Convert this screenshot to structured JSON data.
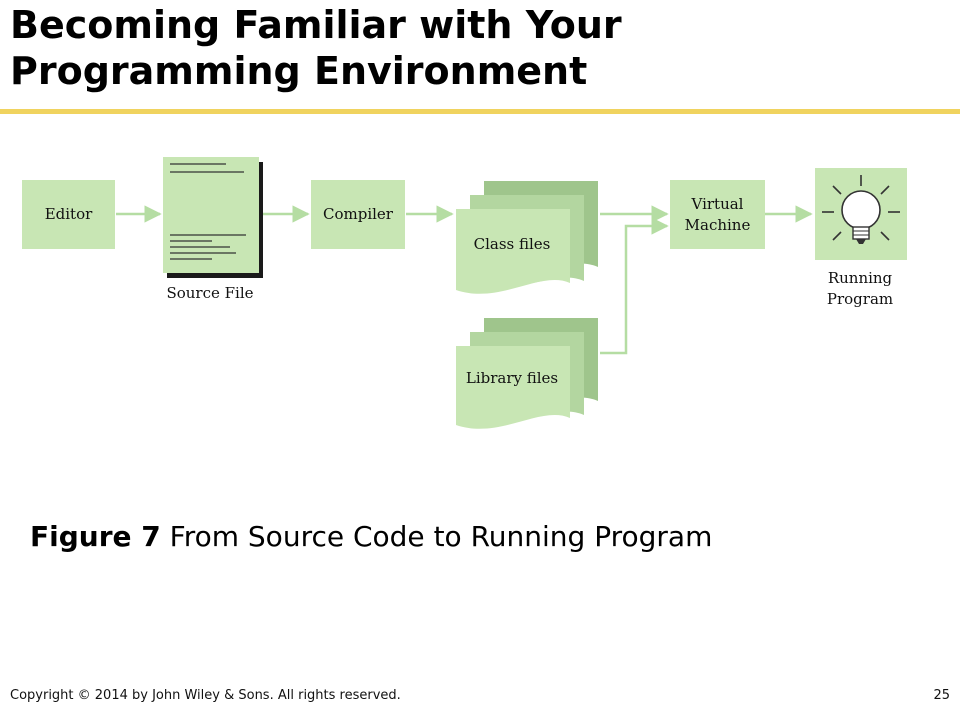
{
  "slide": {
    "title_line1": "Becoming Familiar with Your",
    "title_line2": "Programming Environment",
    "accent_color": "#f0d35f"
  },
  "diagram": {
    "box_fill": "#c8e6b4",
    "shadow_fill": "#9fc58c",
    "arrow_color": "#b5dda3",
    "nodes": {
      "editor": "Editor",
      "source_file": "Source File",
      "compiler": "Compiler",
      "class_files": "Class files",
      "library_files": "Library files",
      "virtual_machine_line1": "Virtual",
      "virtual_machine_line2": "Machine",
      "running_program_line1": "Running",
      "running_program_line2": "Program"
    },
    "icons": [
      "lightbulb-icon",
      "document-icon"
    ]
  },
  "caption": {
    "figure_number": "Figure 7",
    "text": "From Source Code to Running Program"
  },
  "footer": {
    "copyright": "Copyright © 2014 by John Wiley & Sons.  All rights reserved.",
    "page_number": "25"
  }
}
